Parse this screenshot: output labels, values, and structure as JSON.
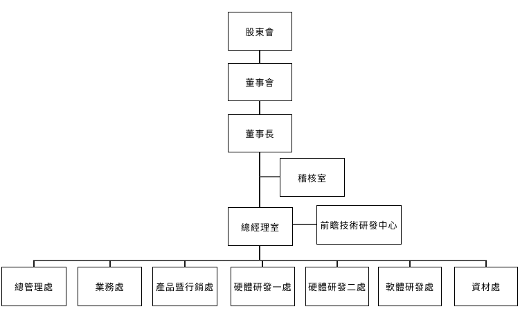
{
  "org_chart": {
    "nodes": {
      "shareholders": {
        "label": "股東會"
      },
      "board": {
        "label": "董事會"
      },
      "chairman": {
        "label": "董事長"
      },
      "audit": {
        "label": "稽核室"
      },
      "gm_office": {
        "label": "總經理室"
      },
      "advanced_center": {
        "label": "前瞻技術研發中心"
      },
      "divisions": [
        {
          "label": "總管理處"
        },
        {
          "label": "業務處"
        },
        {
          "label": "產品暨行銷處"
        },
        {
          "label": "硬體研發一處"
        },
        {
          "label": "硬體研發二處"
        },
        {
          "label": "軟體研發處"
        },
        {
          "label": "資材處"
        }
      ]
    },
    "edges": [
      {
        "from": "股東會",
        "to": "董事會"
      },
      {
        "from": "董事會",
        "to": "董事長"
      },
      {
        "from": "董事長",
        "to": "總經理室"
      },
      {
        "from": "董事長-總經理室連線",
        "to": "稽核室"
      },
      {
        "from": "總經理室",
        "to": "前瞻技術研發中心"
      },
      {
        "from": "總經理室",
        "to": "總管理處"
      },
      {
        "from": "總經理室",
        "to": "業務處"
      },
      {
        "from": "總經理室",
        "to": "產品暨行銷處"
      },
      {
        "from": "總經理室",
        "to": "硬體研發一處"
      },
      {
        "from": "總經理室",
        "to": "硬體研發二處"
      },
      {
        "from": "總經理室",
        "to": "軟體研發處"
      },
      {
        "from": "總經理室",
        "to": "資材處"
      }
    ],
    "colors": {
      "background": "#ffffff",
      "box_fill": "#ffffff",
      "box_border": "#000000",
      "text": "#000000",
      "line_vertical": "#1a1a1a",
      "line_horizontal": "#808080"
    }
  }
}
